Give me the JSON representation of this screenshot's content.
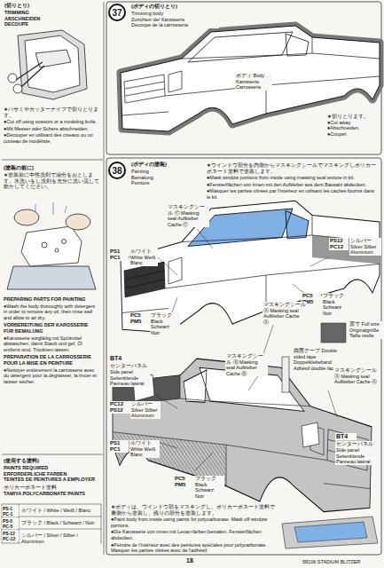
{
  "diagram": {
    "nodes": [
      {
        "text": [
          "37"
        ]
      },
      {
        "text": [
          "38"
        ]
      }
    ],
    "labels": [
      "(切りとり)",
      "TRIMMING",
      "ABSCHNEIDEN",
      "DECOUPE",
      "★ハサミやカッターナイフで切りとります。",
      "●Cut off using scissors or a modeling knife.",
      "●Mit Messer oder Schere abschneiden.",
      "●Découper en utilisant des ciseaux ou un couteau de modéliste.",
      "(塗装の前に)",
      "★塗装前に中性洗剤で油分をおとします。水洗いをし洗剤を充分に洗い流して乾かしてください。",
      "PREPARING PARTS FOR PAINTING",
      "●Wash the body thoroughly with detergent in order to remove any oil, then rinse well and allow to air dry.",
      "VORBEREITUNG DER KAROSSERIE FÜR BEMALUNG",
      "●Karosserie sorgfältig mit Spülmittel abwaschen, damit Staub und gef. Öl entfernt sind. Trocknen lassen.",
      "PREPARATION DE LA CARROSSERIE POUR LA MISE EN PEINTURE",
      "●Nettoyer entièrement la carrosserie avec du détergent pour la dégraisser, la rincer et laisser sécher.",
      "(使用する塗料)",
      "PAINTS REQUIRED",
      "ERFORDERLICHE FARBEN",
      "TEINTES DE PEINTURES A EMPLOYER",
      "ポリカーボネート塗料",
      "TAMIYA POLYCARBONATE PAINTS",
      "PS-1 PC-1",
      "ホワイト / White / Weiß / Blanc",
      "PS-5 PC-5",
      "ブラック / Black / Schwarz / Noir",
      "PS-12 PC-12",
      "シルバー / Silver / Silber / Aluminium",
      "(ボディの切りとり)",
      "Trimming body",
      "Zurichten der Karosserie",
      "Decoupe de la carrosserie",
      "ボディ Body Karosserie Carrosserie",
      "★切りとります。 ●Cut away. ●Abschneiden. ●Couper.",
      "(ボディの塗装)",
      "Painting",
      "Bemalung",
      "Peinture",
      "★ウインドウ部分を内側からマスキングシールでマスキングしポリカーボネート塗料で塗装します。",
      "●Mask window portions from inside using masking seal texture in kit.",
      "●Fensterflächen von innen mit den Aufkleber aus dem Bausatz abdecken.",
      "●Masquer les parties vitrées par l'intérieur en utilisant les caches fournis dans le kit.",
      "マスキングシール Ⓒ Masking seal Aufkleber Cache Ⓒ",
      "PS1 PC1",
      "ホワイト White Weiß Blanc",
      "PS12 PC12",
      "シルバー Silver Silber Aluminium",
      "PC5 PM5",
      "ブラック Black Schwarz Noir",
      "PC5 PM5",
      "ブラック Black Schwarz Noir",
      "マスキングシール Ⓐ Masking seal Aufkleber Cache Ⓐ",
      "原寸 Full size Originalgröße Taille réelle",
      "マスキングシール Ⓑ Masking seal Aufkleber Cache Ⓑ",
      "両面テープ Double sided tape Doppelklebeband Adhésif double face",
      "BT4",
      "センターパネル Side panel Seitenblende Panneau latéral",
      "PC12 PS12",
      "シルバー Silver Silber Aluminium",
      "マスキングシール Ⓐ Masking seal Aufkleber Cache Ⓐ",
      "PS1 PC1",
      "ホワイト White Weiß Blanc",
      "PC5 PM5",
      "ブラック Black Schwarz Noir",
      "BT4",
      "センターパネル Side panel Seitenblende Panneau latéral",
      "★ボディは、ウインドウ部をマスキングし、ポリカーボネート塗料で裏側から塗装し、残りの部分を塗装します。",
      "●Paint body from inside using paints for polycarbonate. Mask off window portions.",
      "●Die Karosserie von innen mit Lexan-farben bemalen. Fensterflächen abdecken.",
      "●Peindre de l'intérieur avec des peintures spéciales pour polycarbonate. Masquer les parties vitrées avec de l'adhésif.",
      "18",
      "58106 STADIUM BLITZER"
    ]
  }
}
